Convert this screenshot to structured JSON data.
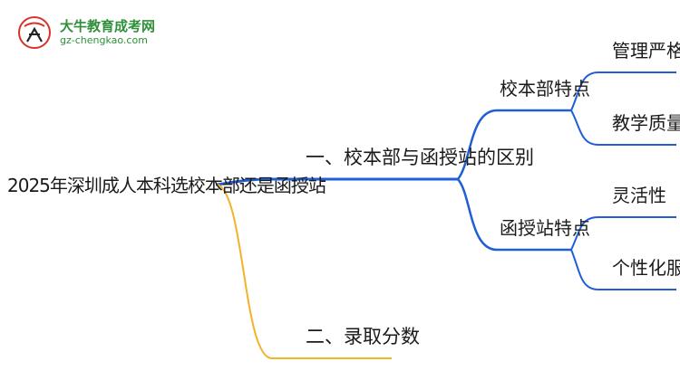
{
  "logo": {
    "name": "大牛教育成考网",
    "url": "gz-chengkao.com"
  },
  "mindmap": {
    "root": "2025年深圳成人本科选校本部还是函授站",
    "branch1": {
      "label": "一、校本部与函授站的区别",
      "sub1": {
        "label": "校本部特点",
        "leaves": [
          "管理严格",
          "教学质量高"
        ]
      },
      "sub2": {
        "label": "函授站特点",
        "leaves": [
          "灵活性",
          "个性化服务"
        ]
      }
    },
    "branch2": {
      "label": "二、录取分数"
    }
  },
  "colors": {
    "branch1": "#1f5fd6",
    "branch2": "#f2b22a",
    "text": "#1a1a1a",
    "logo": "#2f8f3a"
  }
}
